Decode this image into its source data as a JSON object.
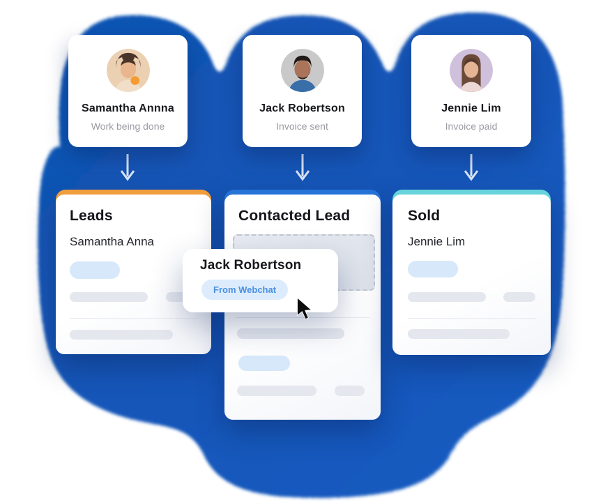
{
  "people": [
    {
      "name": "Samantha Annna",
      "status": "Work being done"
    },
    {
      "name": "Jack Robertson",
      "status": "Invoice sent"
    },
    {
      "name": "Jennie Lim",
      "status": "Invoice paid"
    }
  ],
  "columns": [
    {
      "title": "Leads",
      "lead": "Samantha Anna",
      "accent": "#f09d3d"
    },
    {
      "title": "Contacted Lead",
      "lead": "",
      "accent": "#2673d8"
    },
    {
      "title": "Sold",
      "lead": "Jennie Lim",
      "accent": "#66d4da"
    }
  ],
  "drag_card": {
    "name": "Jack Robertson",
    "badge": "From Webchat"
  },
  "colors": {
    "blob_blue": "#1457b9",
    "pill_blue": "#d6e8fa",
    "pill_gray": "#e4e7ee",
    "badge_bg": "#dcecfc",
    "badge_text": "#4a8fe2",
    "arrow": "#dde6f6",
    "cursor": "#0d0d0d"
  },
  "icons": {
    "down_arrow": "↓",
    "cursor_pointer": "arrow-pointer"
  }
}
